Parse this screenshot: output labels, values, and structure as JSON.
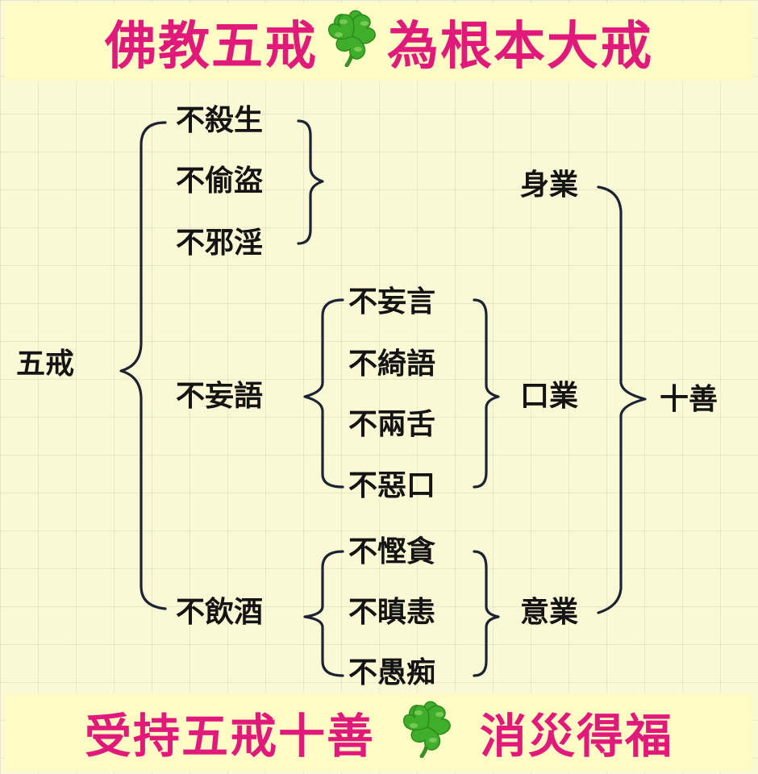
{
  "header": {
    "title_left": "佛教五戒",
    "title_right": "為根本大戒",
    "icon": "four-leaf-clover-icon"
  },
  "footer": {
    "text_left": "受持五戒十善",
    "text_right": "消災得福",
    "icon": "four-leaf-clover-icon"
  },
  "colors": {
    "title_text": "#e0197a",
    "banner_bg": "#fffbc4",
    "diagram_bg": "#fbf8d6",
    "label_text": "#141414",
    "line": "#1c2333",
    "clover_green": "#3fae2a"
  },
  "diagram": {
    "root": "五戒",
    "precepts": [
      "不殺生",
      "不偷盜",
      "不邪淫",
      "不妄語",
      "不飲酒"
    ],
    "speech_items": [
      "不妄言",
      "不綺語",
      "不兩舌",
      "不惡口"
    ],
    "mind_items": [
      "不慳貪",
      "不瞋恚",
      "不愚痴"
    ],
    "karma": {
      "body": "身業",
      "speech": "口業",
      "mind": "意業"
    },
    "result": "十善"
  }
}
